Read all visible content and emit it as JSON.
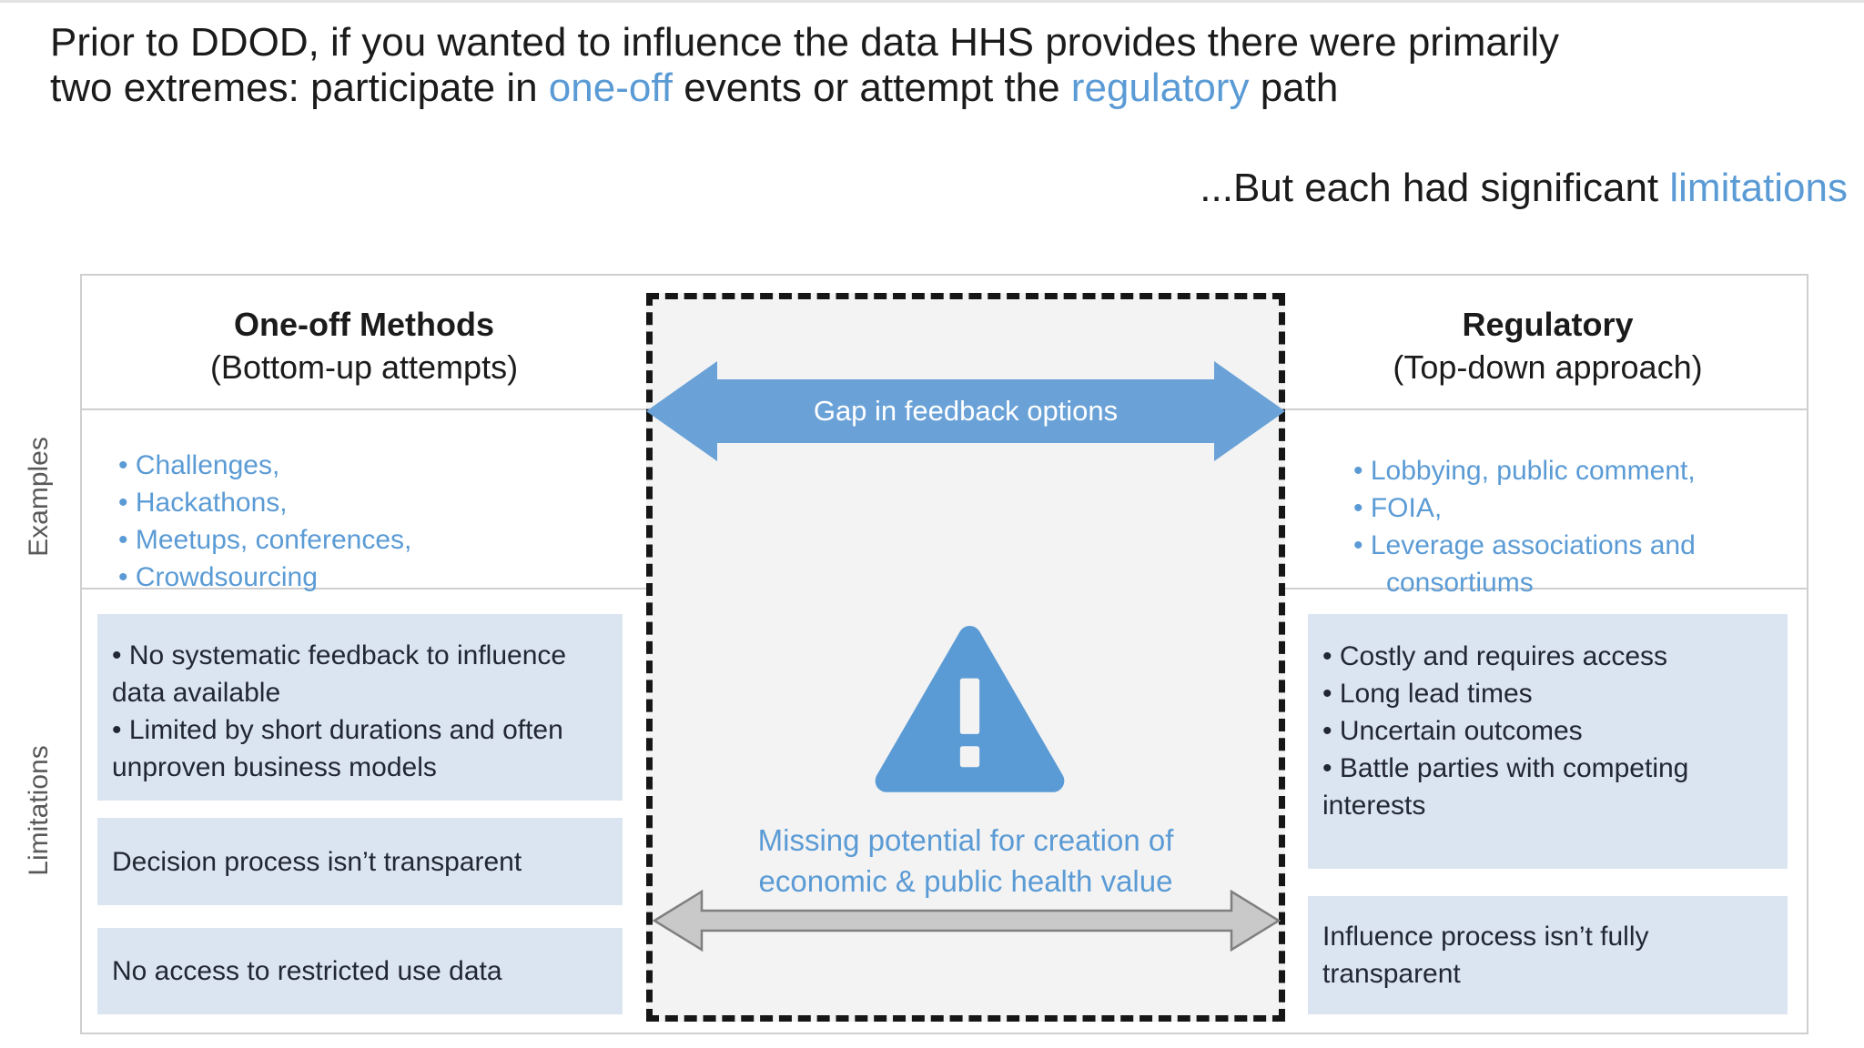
{
  "colors": {
    "accent_blue": "#5b9bd5",
    "arrow_blue": "#6aa2d8",
    "box_blue": "#dbe5f1",
    "gap_background": "#f3f3f3",
    "gray_arrow_fill": "#c9c9c9",
    "gray_arrow_stroke": "#7f7f7f",
    "border_gray": "#cfcfcf",
    "label_gray": "#595959"
  },
  "title": {
    "line1": [
      {
        "text": "Prior to DDOD, if you wanted to influence the data HHS provides there were primarily"
      }
    ],
    "line2": [
      {
        "text": "two extremes: participate in "
      },
      {
        "text": "one-off"
      },
      {
        "text": " events or attempt the "
      },
      {
        "text": "regulatory"
      },
      {
        "text": " path"
      }
    ],
    "subtitle": [
      {
        "text": "...But each had significant "
      },
      {
        "text": "limitations"
      }
    ]
  },
  "table": {
    "row_labels": {
      "examples": "Examples",
      "limitations": "Limitations"
    },
    "left": {
      "header_title": "One-off Methods",
      "header_subtitle": "(Bottom-up attempts)",
      "examples": [
        "• Challenges,",
        "• Hackathons,",
        "• Meetups, conferences,",
        "• Crowdsourcing"
      ],
      "boxes": [
        {
          "lines": [
            "• No systematic feedback to influence data available",
            "• Limited by short durations and often unproven business models"
          ]
        },
        {
          "lines": [
            "Decision process isn’t transparent"
          ]
        },
        {
          "lines": [
            "No access to restricted use data"
          ]
        }
      ]
    },
    "right": {
      "header_title": "Regulatory",
      "header_subtitle": "(Top-down approach)",
      "examples": [
        "• Lobbying, public comment,",
        "• FOIA,",
        "• Leverage associations and consortiums"
      ],
      "boxes": [
        {
          "lines": [
            "• Costly and requires access",
            "• Long lead times",
            "• Uncertain outcomes",
            "• Battle parties with competing interests"
          ]
        },
        {
          "lines": [
            "Influence process isn’t fully transparent"
          ]
        }
      ]
    },
    "gap": {
      "arrow_label": "Gap in feedback options",
      "message": "Missing potential for creation of economic & public health value"
    }
  }
}
